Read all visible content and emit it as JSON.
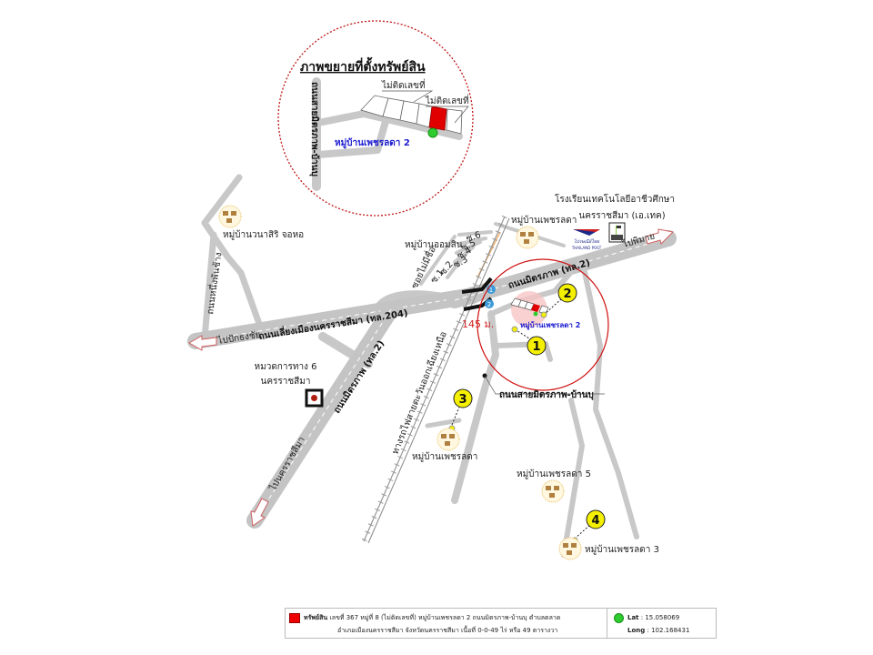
{
  "inset": {
    "title": "ภาพขยายที่ตั้งทรัพย์สิน",
    "road_label": "ถนนสายมิตรภาพ-บ้านบุ",
    "village_label": "หมู่บ้านเพชรลดา 2",
    "no_number_left": "ไม่ติดเลขที่",
    "no_number_right": "ไม่ติดเลขที่"
  },
  "labels": {
    "school_line1": "โรงเรียนเทคโนโลยีอาชีวศึกษา",
    "school_line2": "นครราชสีมา (เอ.เทค)",
    "village_phetlada": "หมู่บ้านเพชรลดา",
    "village_wanasiri": "หมู่บ้านวนาสิริ จอหอ",
    "village_omsin": "หมู่บ้านออมสิน",
    "soi_main": "ซอยไม่มีชื่อ",
    "soi_1": "ซ.1",
    "soi_2": "ซ.2",
    "soi_3": "ซ.3",
    "soi_4": "ซ.4",
    "soi_5": "ซ.5",
    "soi_6": "ซ.6",
    "road_mittraphap_east": "ถนนมิตรภาพ (ทล.2)",
    "road_mittraphap_south": "ถนนมิตรภาพ (ทล.2)",
    "road_bypass": "ถนนเลี่ยงเมืองนครราชสีมา (ทล.204)",
    "to_phimai": "ไปพิมาย",
    "to_pakthongchai": "ไปปักธงชัย",
    "to_nakhon": "ไปนครราชสีมา",
    "road_nuengphanchang": "ถนนหนึ่งพันช้าง",
    "highway_dept_line1": "หมวดการทาง 6",
    "highway_dept_line2": "นครราชสีมา",
    "railway": "ทางรถไฟสายตะวันออกเฉียงเหนือ",
    "distance": "145 ม.",
    "road_mittraphap_banbu": "ถนนสายมิตรภาพ-บ้านบุ",
    "village_phetlada2": "หมู่บ้านเพชรลดา 2",
    "village_phetlada_south": "หมู่บ้านเพชรลดา",
    "village_phetlada5": "หมู่บ้านเพชรลดา 5",
    "village_phetlada3": "หมู่บ้านเพชรลดา 3",
    "post_logo": "ไปรษณีย์ไทย",
    "post_logo_en": "THAILAND POST",
    "marker_1": "1",
    "marker_2": "2",
    "marker_3": "3",
    "marker_4": "4",
    "bridge_1": "1",
    "bridge_2": "2"
  },
  "footer": {
    "property_label": "ทรัพย์สิน",
    "line1": "เลขที่ 367 หมู่ที่ 8 (ไม่ติดเลขที่) หมู่บ้านเพชรลดา 2 ถนนมิตรภาพ-บ้านบุ ตำบลตลาด",
    "line2": "อำเภอเมืองนครราชสีมา จังหวัดนครราชสีมา เนื้อที่ 0-0-49 ไร่ หรือ 49 ตารางวา",
    "lat_label": "Lat",
    "lat_value": ": 15.058069",
    "long_label": "Long",
    "long_value": ": 102.168431"
  },
  "colors": {
    "property": "#e00000",
    "location_dot": "#2ecc2e",
    "road": "#c8c8c8",
    "circle": "#d01010",
    "marker": "#f5f000",
    "village_text": "#1a1ad0"
  }
}
